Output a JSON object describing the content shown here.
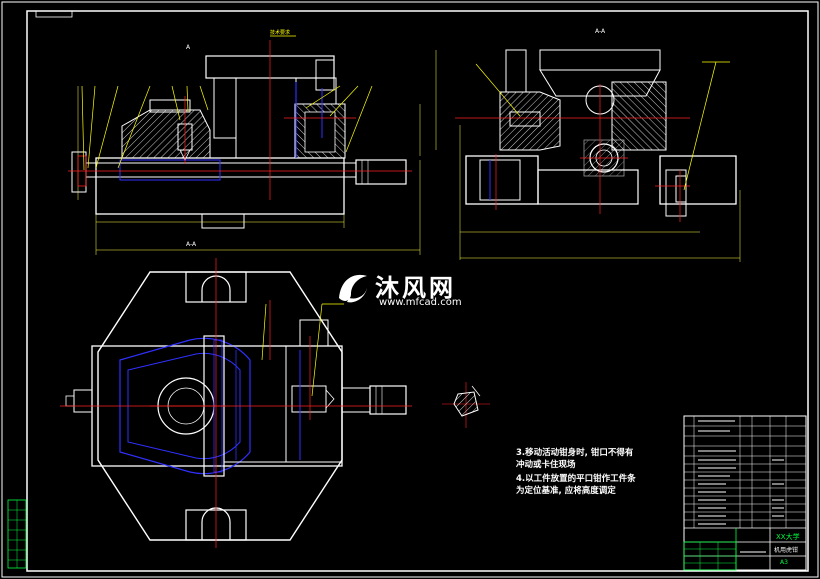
{
  "view_labels": {
    "section_aa": "A-A",
    "section_mark": "A",
    "section_mark_bottom": "A-A"
  },
  "watermark": {
    "chinese": "沐风网",
    "url": "www.mfcad.com"
  },
  "notes": [
    "3.移动活动钳身时, 钳口不得有",
    "  冲动或卡住现场",
    "4.以工件放置的平口钳作工件条",
    "  为定位基准, 应将高度调定"
  ],
  "title_block": {
    "org": "XX大学",
    "drawing_name": "机用虎钳",
    "sheet": "A3"
  },
  "colors": {
    "outline": "#ffffff",
    "centerline": "#ff2020",
    "hidden": "#3030ff",
    "leader": "#ffff00",
    "dimension": "#ffff40",
    "hatch": "#ffffff",
    "title_green": "#00ff40"
  }
}
